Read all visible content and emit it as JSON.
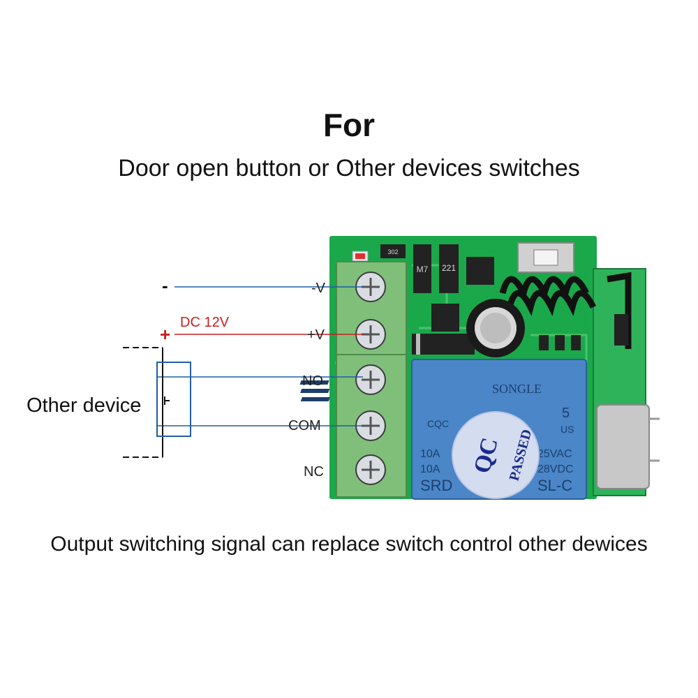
{
  "heading": {
    "title": "For",
    "subtitle": "Door open button or Other devices switches"
  },
  "wiring": {
    "minus_sign": "-",
    "plus_sign": "+",
    "supply_label": "DC 12V",
    "device_label": "Other device",
    "terminals": [
      "-V",
      "+V",
      "NO",
      "COM",
      "NC"
    ]
  },
  "board": {
    "relay_brand": "SONGLE",
    "relay_rating_left_1": "10A",
    "relay_rating_left_2": "10A",
    "relay_rating_right_1": "25VAC",
    "relay_rating_right_2": "28VDC",
    "relay_model_left": "SRD",
    "relay_model_right": "SL-C",
    "relay_number": "5",
    "relay_us": "US",
    "relay_cqc": "CQC",
    "qc_mark": "QC",
    "qc_passed": "PASSED",
    "resistor_label": "221",
    "diode_label": "M7",
    "smd_label": "302"
  },
  "footer": {
    "text": "Output switching signal can replace switch control other dewices"
  },
  "colors": {
    "pcb": "#1aa84a",
    "terminal_block": "#7fbf7a",
    "relay": "#4a86c8",
    "minus_wire": "#1f5fa8",
    "plus_wire": "#c42020"
  }
}
